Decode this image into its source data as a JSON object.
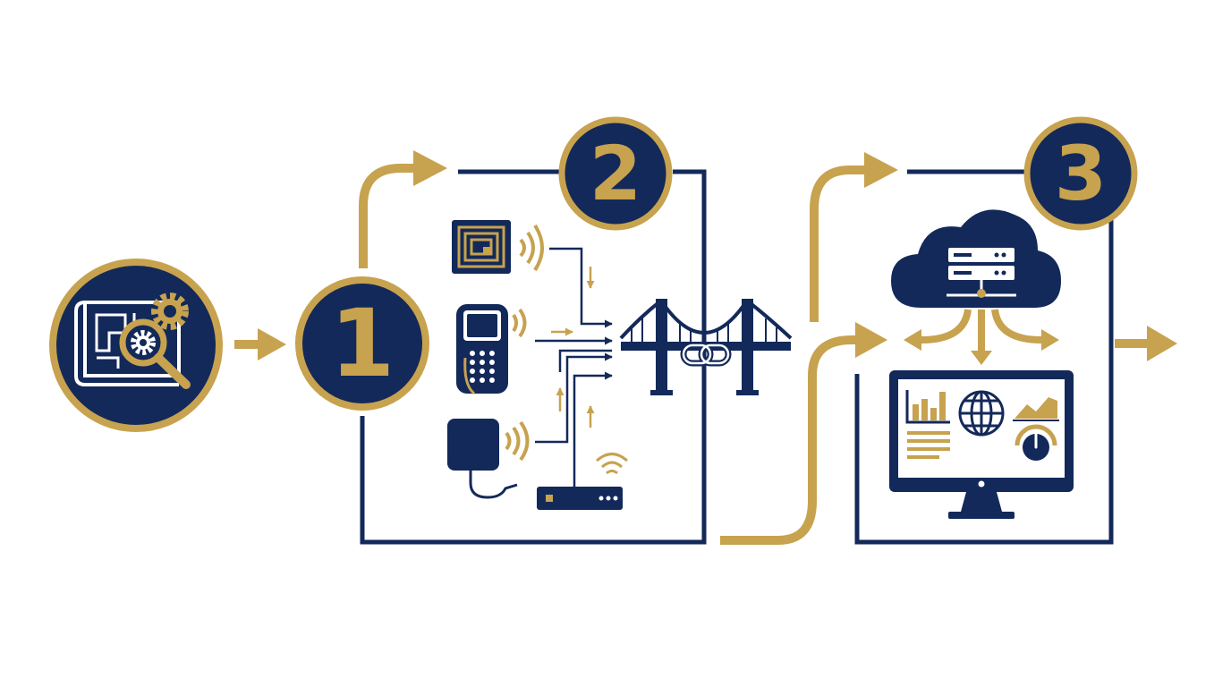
{
  "colors": {
    "navy": "#13295a",
    "gold": "#c7a24f",
    "background": "#ffffff",
    "light": "#ffffff"
  },
  "steps": [
    {
      "number": "1"
    },
    {
      "number": "2"
    },
    {
      "number": "3"
    }
  ],
  "icons": [
    "blueprint-magnifier-gear-icon",
    "rfid-tag-icon",
    "handheld-scanner-icon",
    "rfid-reader-icon",
    "wifi-router-icon",
    "bridge-link-icon",
    "cloud-server-icon",
    "dashboard-monitor-icon",
    "globe-icon",
    "gauge-icon"
  ]
}
